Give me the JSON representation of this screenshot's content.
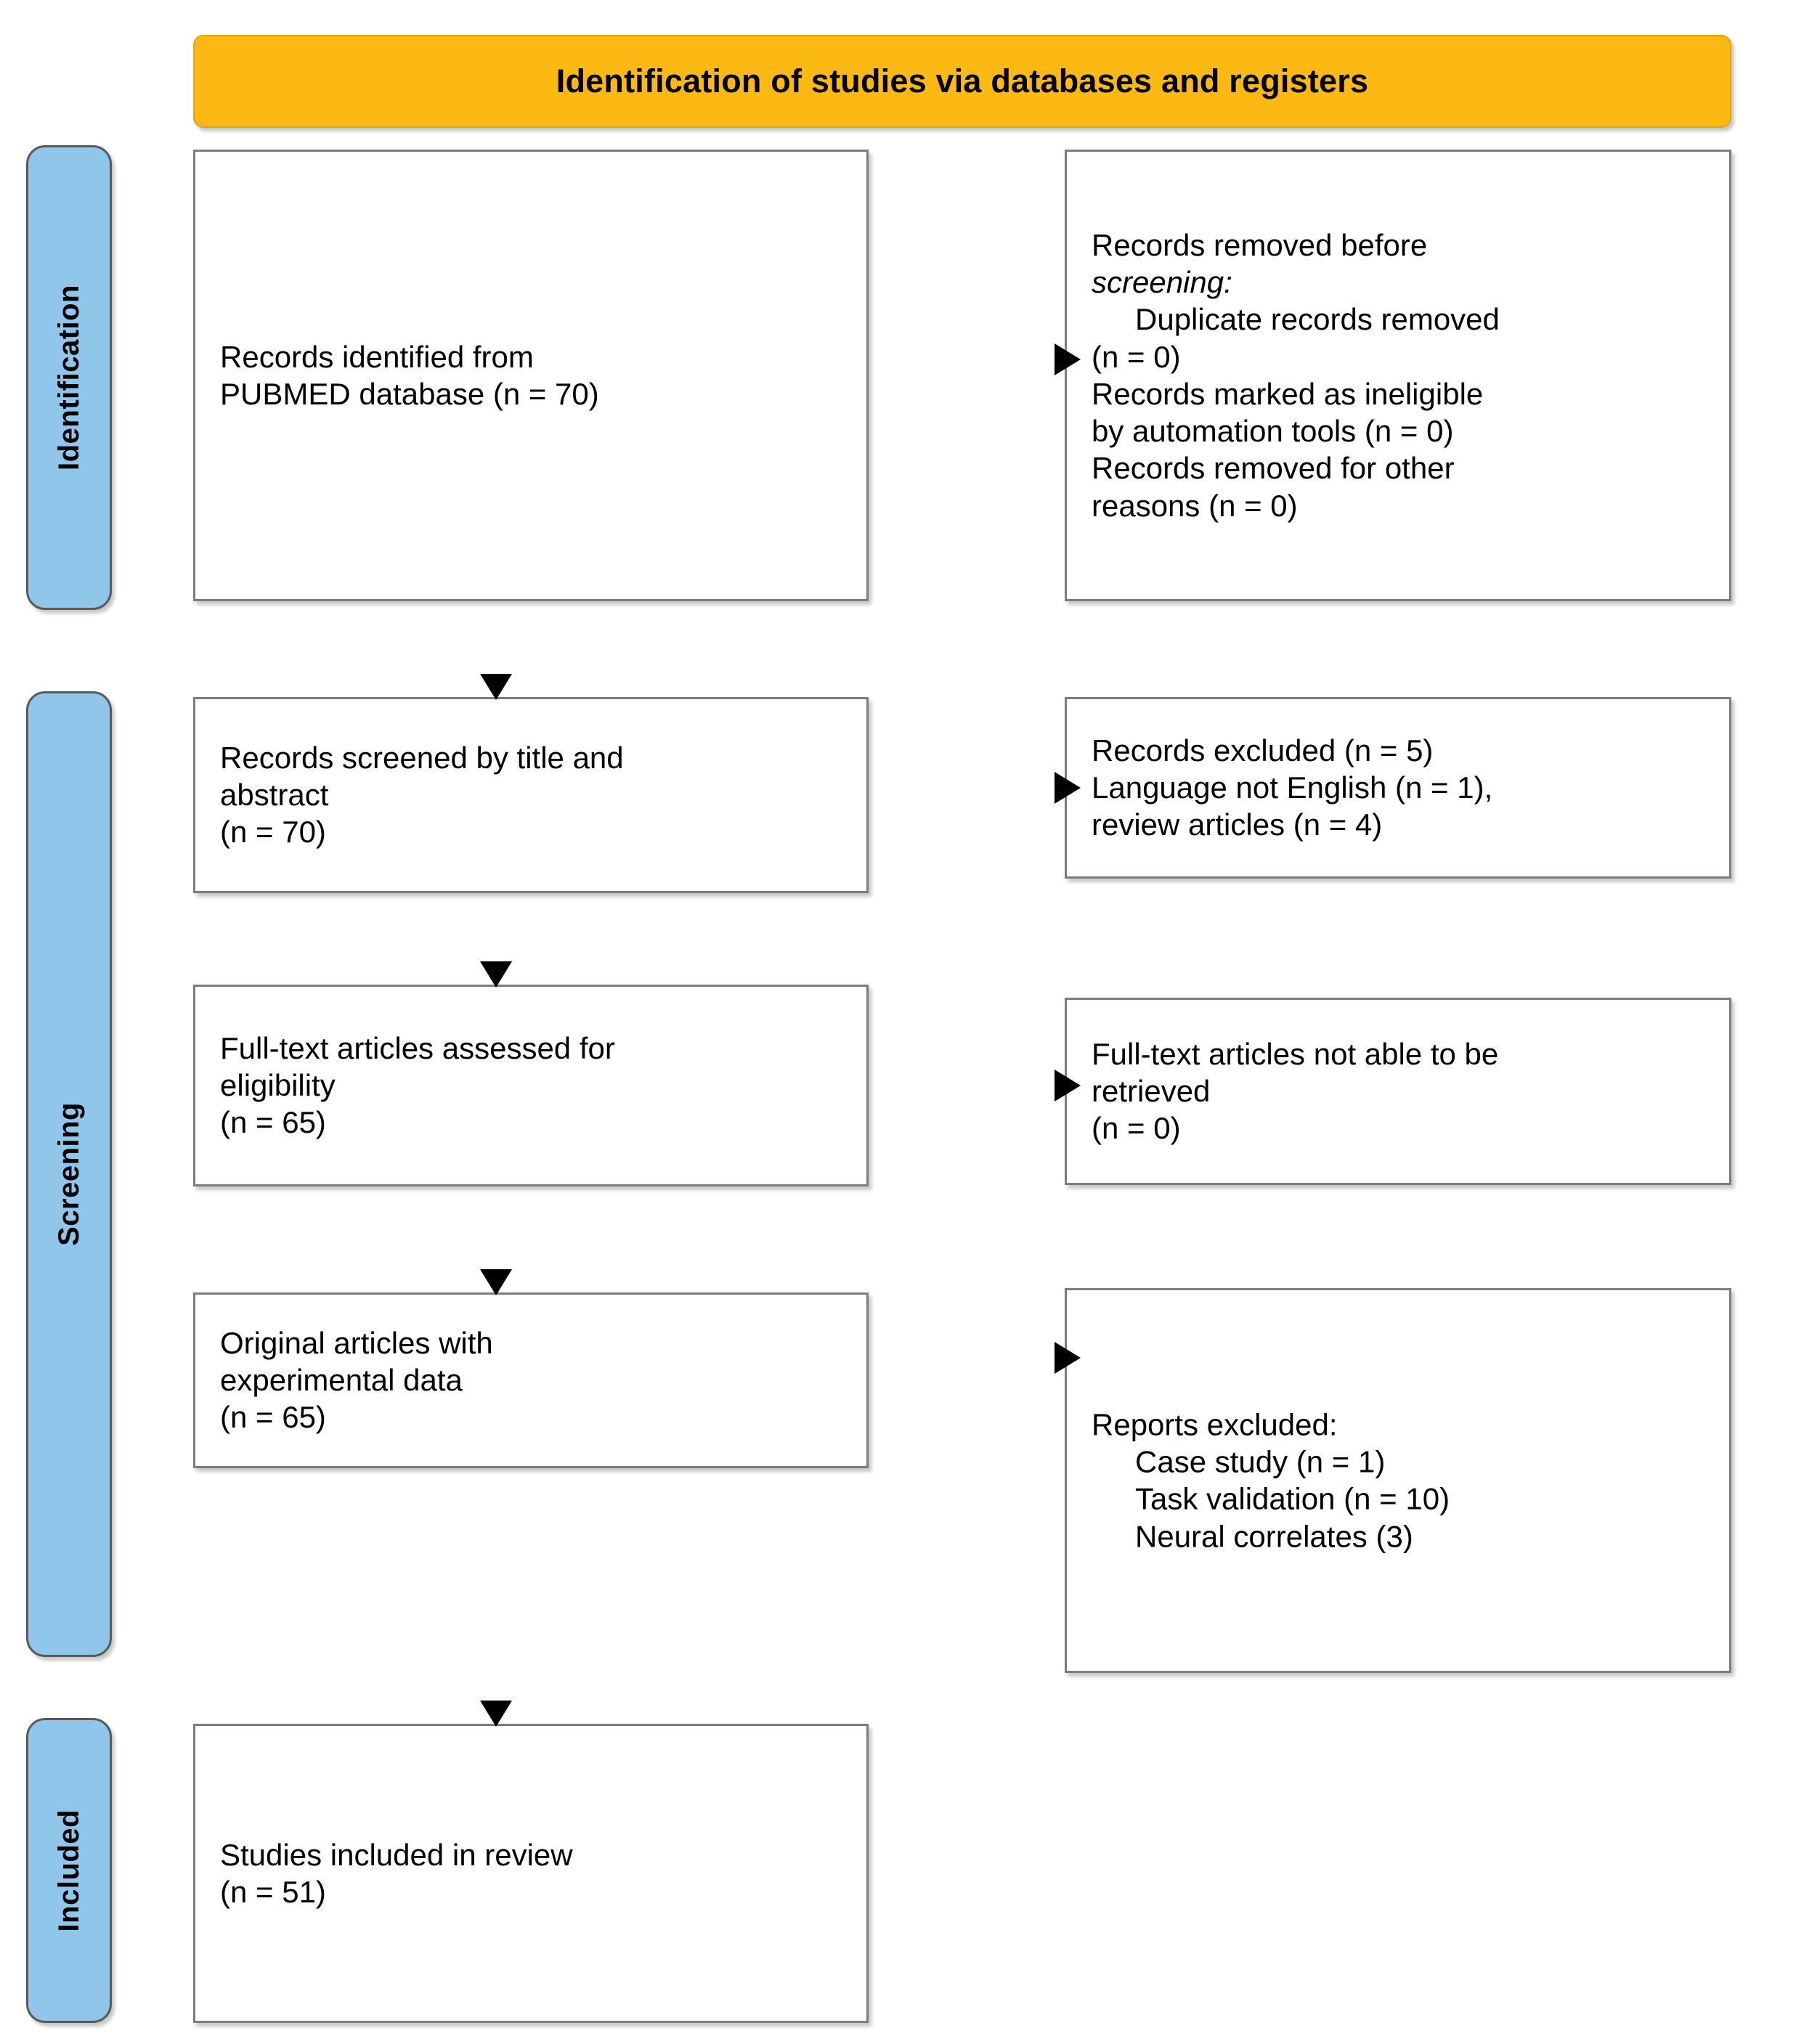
{
  "header": {
    "title": "Identification of studies via databases and registers"
  },
  "stages": [
    {
      "id": "identification",
      "label": "Identification"
    },
    {
      "id": "screening",
      "label": "Screening"
    },
    {
      "id": "included",
      "label": "Included"
    }
  ],
  "boxes": {
    "identified": {
      "name": "records-identified",
      "lines": [
        {
          "text": "Records identified from"
        },
        {
          "text": "PUBMED database (n = 70)"
        }
      ]
    },
    "removed_before_screening": {
      "name": "records-removed-before-screening",
      "lines": [
        {
          "text": "Records removed "
        },
        {
          "text": "before",
          "style": "italic"
        },
        {
          "text": "screening:",
          "style": "italic"
        },
        {
          "text": "Duplicate records removed",
          "style": "indent"
        },
        {
          "text": "(n = 0)"
        },
        {
          "text": "Records marked as ineligible"
        },
        {
          "text": "by automation tools (n = 0)"
        },
        {
          "text": "Records removed for other"
        },
        {
          "text": "reasons (n = 0)"
        }
      ]
    },
    "screened": {
      "name": "records-screened",
      "lines": [
        {
          "text": "Records screened by title and"
        },
        {
          "text": "abstract"
        },
        {
          "text": "(n = 70)"
        }
      ]
    },
    "records_excluded": {
      "name": "records-excluded",
      "lines": [
        {
          "text": "Records excluded (n = 5)"
        },
        {
          "text": "Language not English (n = 1),"
        },
        {
          "text": "review articles (n = 4)"
        }
      ]
    },
    "fulltext_assessed": {
      "name": "fulltext-assessed",
      "lines": [
        {
          "text": "Full-text articles assessed for"
        },
        {
          "text": "eligibility"
        },
        {
          "text": "(n = 65)"
        }
      ]
    },
    "fulltext_not_retrieved": {
      "name": "fulltext-not-retrieved",
      "lines": [
        {
          "text": "Full-text articles not able to be"
        },
        {
          "text": "retrieved"
        },
        {
          "text": "(n = 0)"
        }
      ]
    },
    "original_articles": {
      "name": "original-articles",
      "lines": [
        {
          "text": "Original articles with"
        },
        {
          "text": "experimental data"
        },
        {
          "text": "(n = 65)"
        }
      ]
    },
    "reports_excluded": {
      "name": "reports-excluded",
      "lines": [
        {
          "text": "Reports excluded:"
        },
        {
          "text": "Case study (n = 1)",
          "style": "indent"
        },
        {
          "text": "Task validation (n = 10)",
          "style": "indent"
        },
        {
          "text": "Neural correlates (3)",
          "style": "indent"
        }
      ]
    },
    "studies_included": {
      "name": "studies-included",
      "lines": [
        {
          "text": "Studies included in review"
        },
        {
          "text": "(n = 51)"
        }
      ]
    }
  },
  "flow_data": {
    "type": "prisma-flow",
    "title": "Identification of studies via databases and registers",
    "counts": {
      "records_identified_pubmed": 70,
      "duplicate_records_removed": 0,
      "records_marked_ineligible_automation": 0,
      "records_removed_other_reasons": 0,
      "records_screened": 70,
      "records_excluded_total": 5,
      "excluded_language_not_english": 1,
      "excluded_review_articles": 4,
      "fulltext_assessed": 65,
      "fulltext_not_retrieved": 0,
      "original_articles_experimental": 65,
      "reports_excluded_case_study": 1,
      "reports_excluded_task_validation": 10,
      "reports_excluded_neural_correlates": 3,
      "studies_included": 51
    }
  },
  "colors": {
    "header_banner": "#fcb813",
    "stage_pill": "#8fc6ea",
    "box_border": "#7c7c7c",
    "pill_border": "#595959",
    "arrow": "#000000",
    "text": "#000000",
    "background": "#ffffff"
  }
}
